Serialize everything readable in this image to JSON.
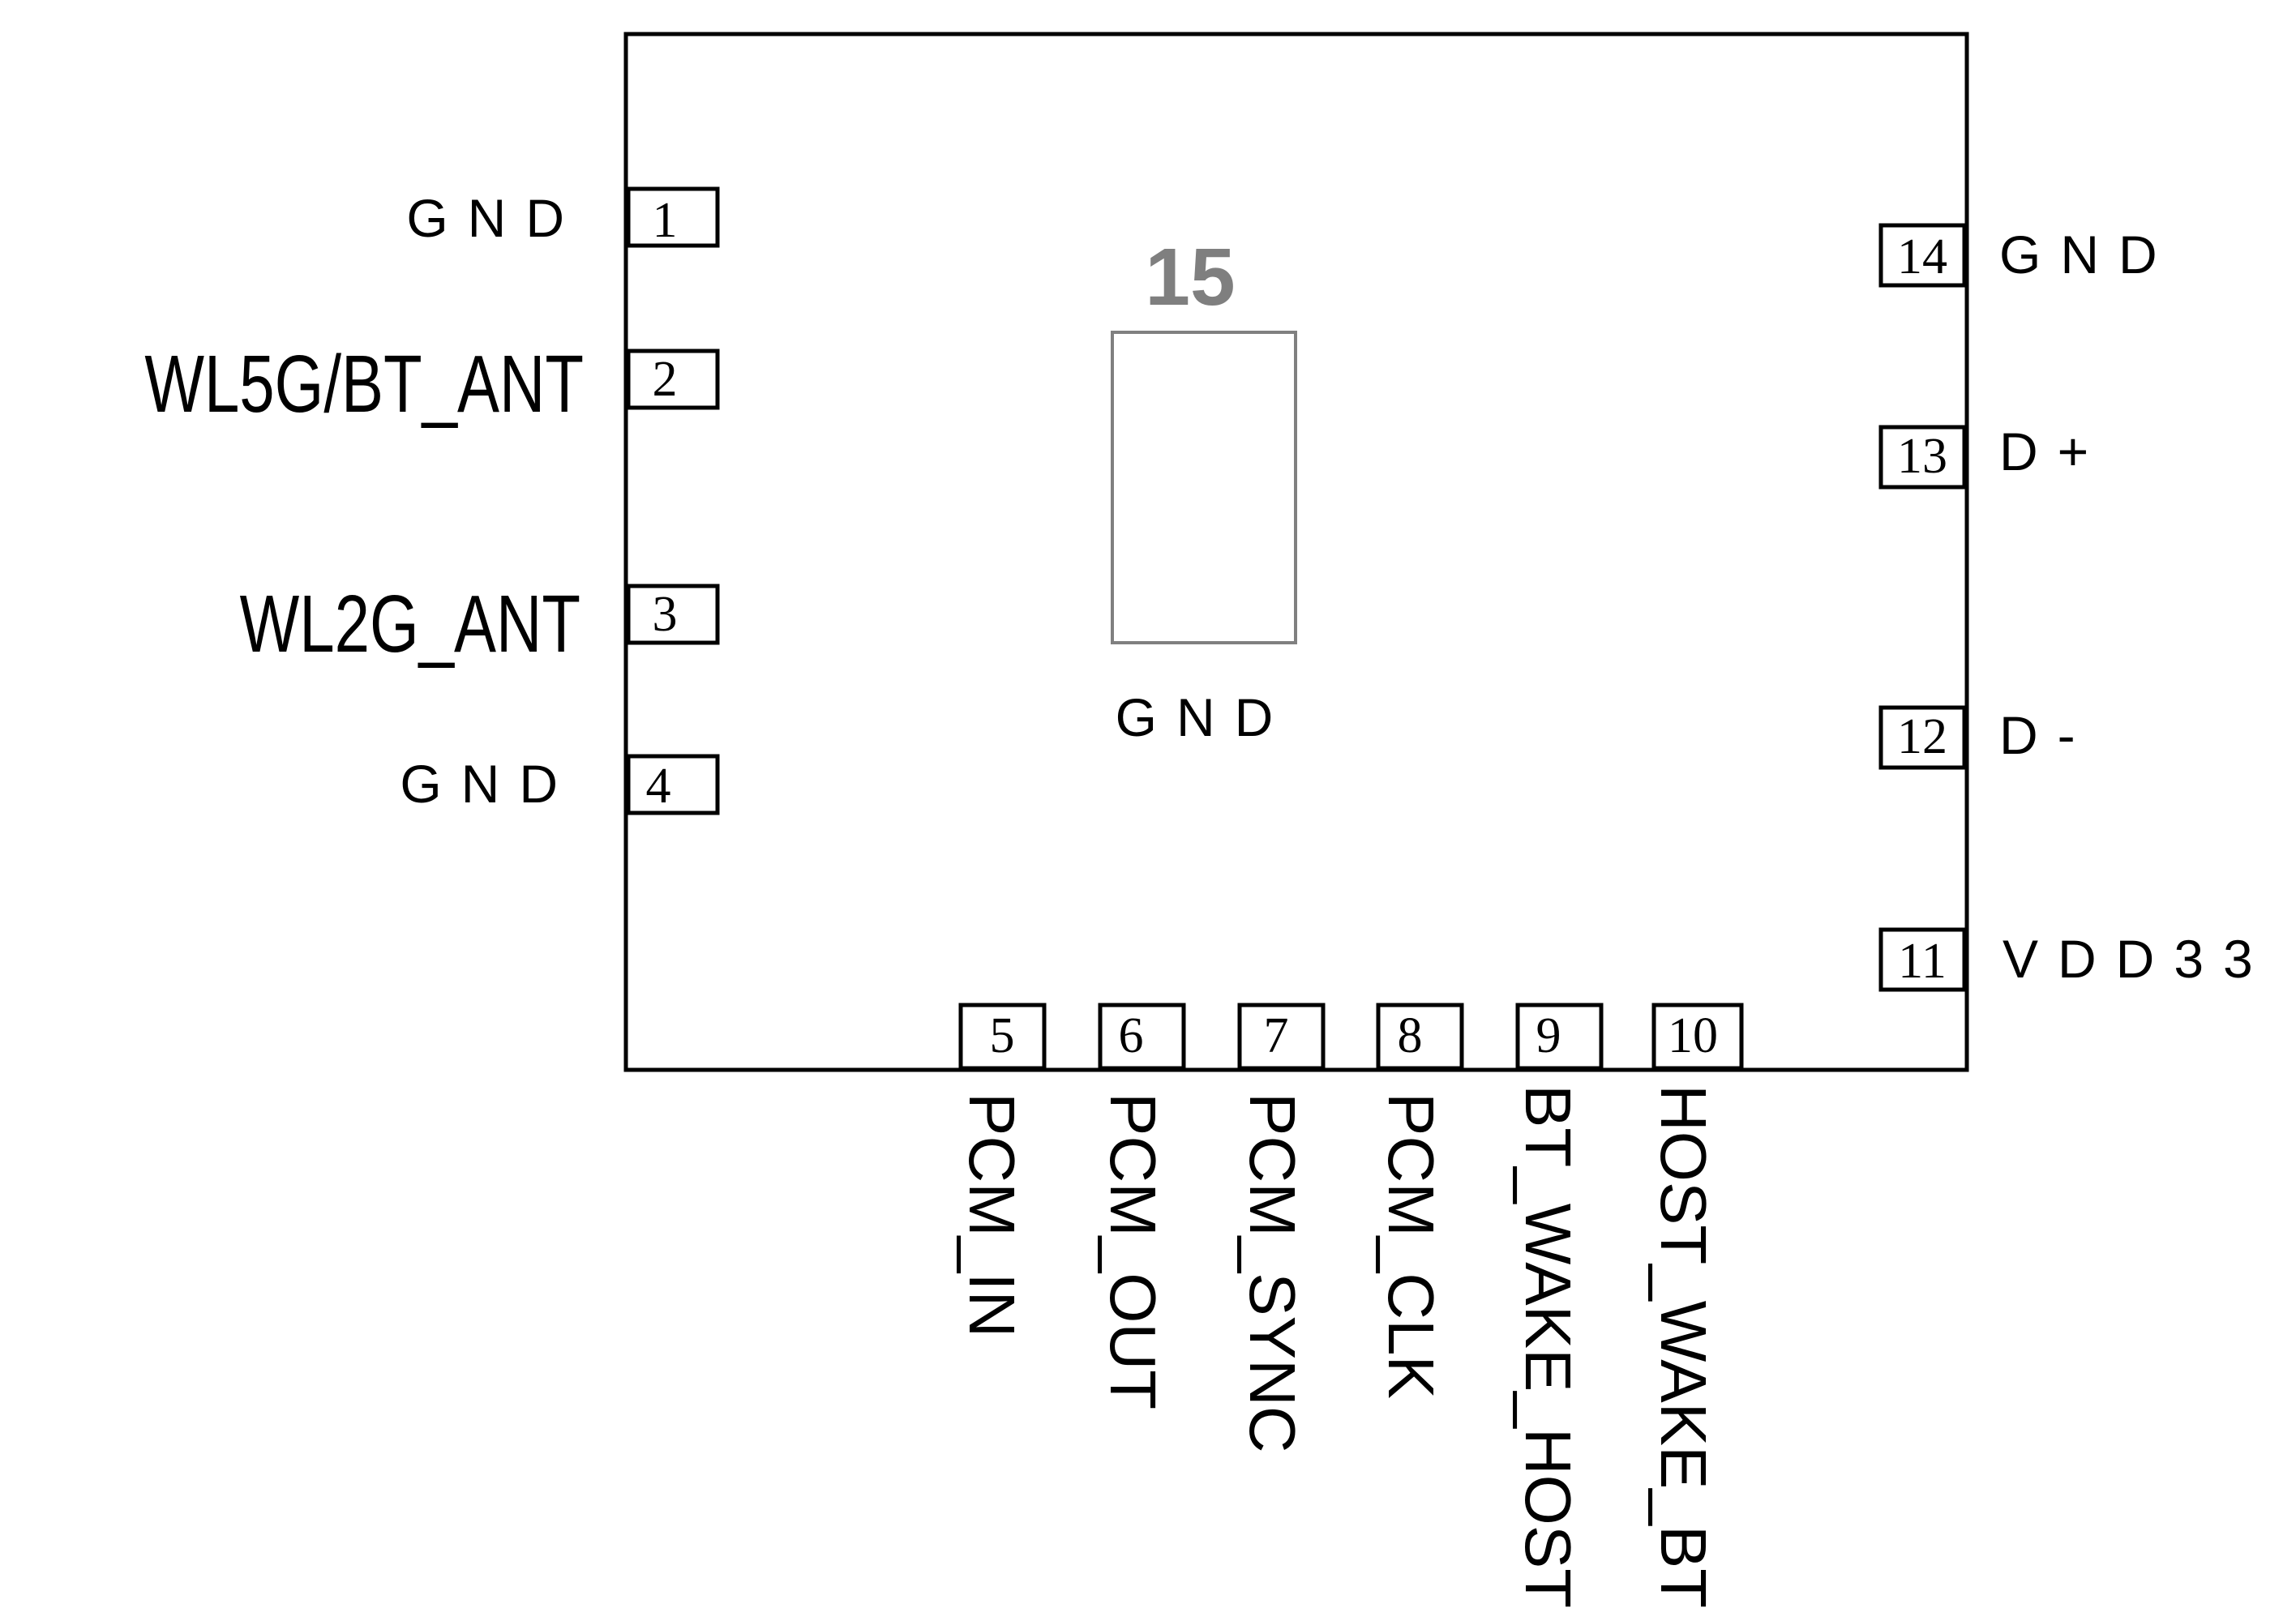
{
  "pins": [
    {
      "number": "1",
      "name": "GND"
    },
    {
      "number": "2",
      "name": "WL5G/BT_ANT"
    },
    {
      "number": "3",
      "name": "WL2G_ANT"
    },
    {
      "number": "4",
      "name": "GND"
    },
    {
      "number": "5",
      "name": "PCM_IN"
    },
    {
      "number": "6",
      "name": "PCM_OUT"
    },
    {
      "number": "7",
      "name": "PCM_SYNC"
    },
    {
      "number": "8",
      "name": "PCM_CLK"
    },
    {
      "number": "9",
      "name": "BT_WAKE_HOST"
    },
    {
      "number": "10",
      "name": "HOST_WAKE_BT"
    },
    {
      "number": "11",
      "name": "VDD33"
    },
    {
      "number": "12",
      "name": "D-"
    },
    {
      "number": "13",
      "name": "D+"
    },
    {
      "number": "14",
      "name": "GND"
    }
  ],
  "center_pad": {
    "number": "15",
    "name": "GND"
  },
  "colors": {
    "outline": "#000000",
    "center_pad": "#808080",
    "center_number": "#7f7f7f",
    "pin_label": "#000000",
    "bottom_label": "#0b2a6b"
  }
}
